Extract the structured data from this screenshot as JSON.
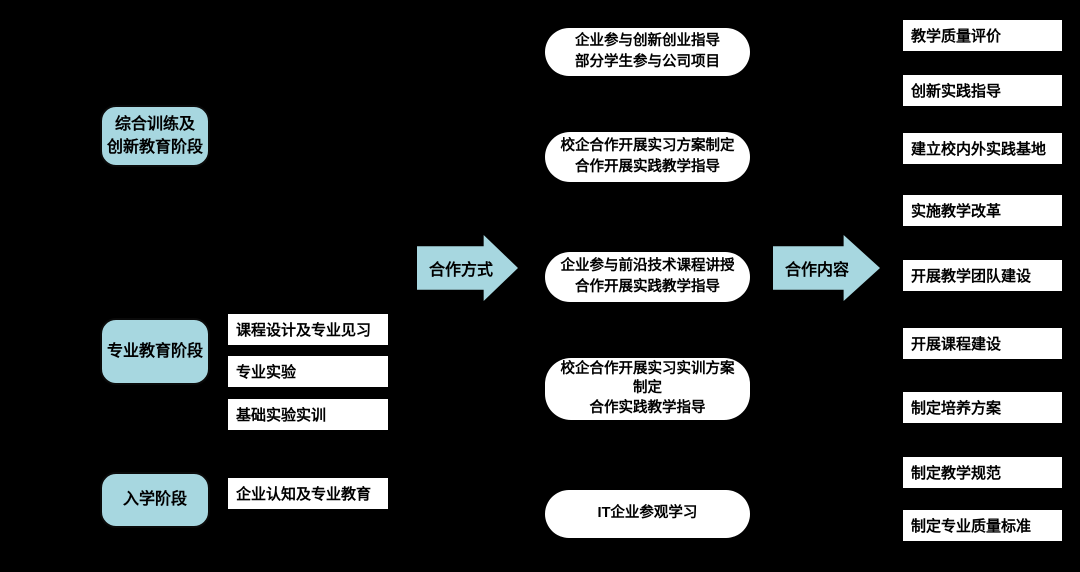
{
  "diagram": {
    "title_hint": "校企合作流程图",
    "colors": {
      "background": "#000000",
      "stage_fill": "#A7D7E0",
      "arrow_fill": "#A7D7E0",
      "box_fill": "#FFFFFF",
      "text": "#000000"
    },
    "stages": [
      {
        "lines": [
          "综合训练及",
          "创新教育阶段"
        ]
      },
      {
        "lines": [
          "专业教育阶段"
        ]
      },
      {
        "lines": [
          "入学阶段"
        ]
      }
    ],
    "stage_items": [
      "课程设计及专业见习",
      "专业实验",
      "基础实验实训",
      "企业认知及专业教育"
    ],
    "arrows": [
      {
        "label": "合作方式"
      },
      {
        "label": "合作内容"
      }
    ],
    "cooperation_modes": [
      {
        "lines": [
          "企业参与创新创业指导",
          "部分学生参与公司项目"
        ]
      },
      {
        "lines": [
          "校企合作开展实习方案制定",
          "合作开展实践教学指导"
        ]
      },
      {
        "lines": [
          "企业参与前沿技术课程讲授",
          "合作开展实践教学指导"
        ]
      },
      {
        "lines": [
          "校企合作开展实习实训方案",
          "制定",
          "合作实践教学指导"
        ]
      },
      {
        "lines": [
          "IT企业参观学习"
        ]
      }
    ],
    "cooperation_contents": [
      "教学质量评价",
      "创新实践指导",
      "建立校内外实践基地",
      "实施教学改革",
      "开展教学团队建设",
      "开展课程建设",
      "制定培养方案",
      "制定教学规范",
      "制定专业质量标准"
    ]
  }
}
